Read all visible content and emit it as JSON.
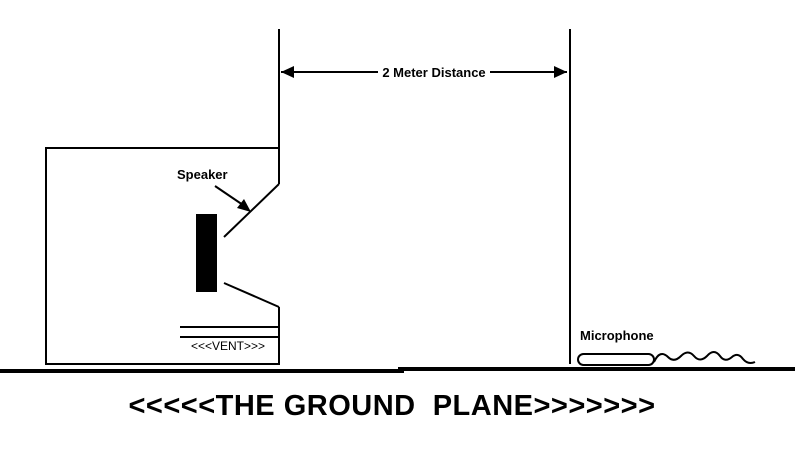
{
  "diagram": {
    "title": "Speaker ground-plane measurement diagram",
    "dimension": {
      "label": "2 Meter Distance"
    },
    "speaker": {
      "label": "Speaker",
      "vent_label": "<<<VENT>>>"
    },
    "microphone": {
      "label": "Microphone"
    },
    "ground": {
      "label": "<<<<<THE GROUND  PLANE>>>>>>>"
    },
    "colors": {
      "ink": "#000000",
      "background": "#ffffff"
    }
  }
}
